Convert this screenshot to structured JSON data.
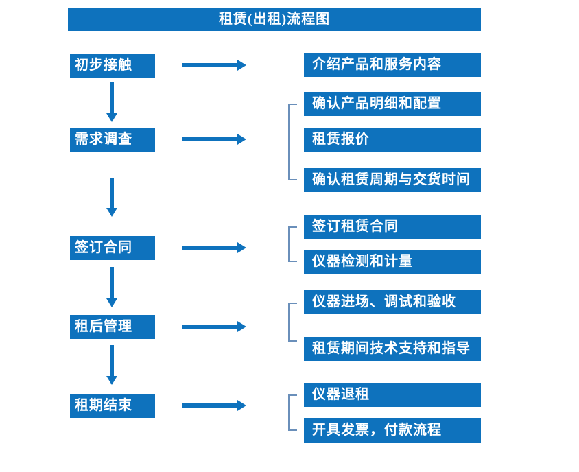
{
  "title": "租赁(出租)流程图",
  "colors": {
    "primary_blue": "#0e72bd",
    "bracket_blue": "#6a8fba",
    "text_white": "#ffffff",
    "background": "#ffffff"
  },
  "stages": [
    {
      "label": "初步接触",
      "details": [
        "介绍产品和服务内容"
      ]
    },
    {
      "label": "需求调查",
      "details": [
        "确认产品明细和配置",
        "租赁报价",
        "确认租赁周期与交货时间"
      ]
    },
    {
      "label": "签订合同",
      "details": [
        "签订租赁合同",
        "仪器检测和计量"
      ]
    },
    {
      "label": "租后管理",
      "details": [
        "仪器进场、调试和验收",
        "租赁期间技术支持和指导"
      ]
    },
    {
      "label": "租期结束",
      "details": [
        "仪器退租",
        "开具发票，付款流程"
      ]
    }
  ]
}
